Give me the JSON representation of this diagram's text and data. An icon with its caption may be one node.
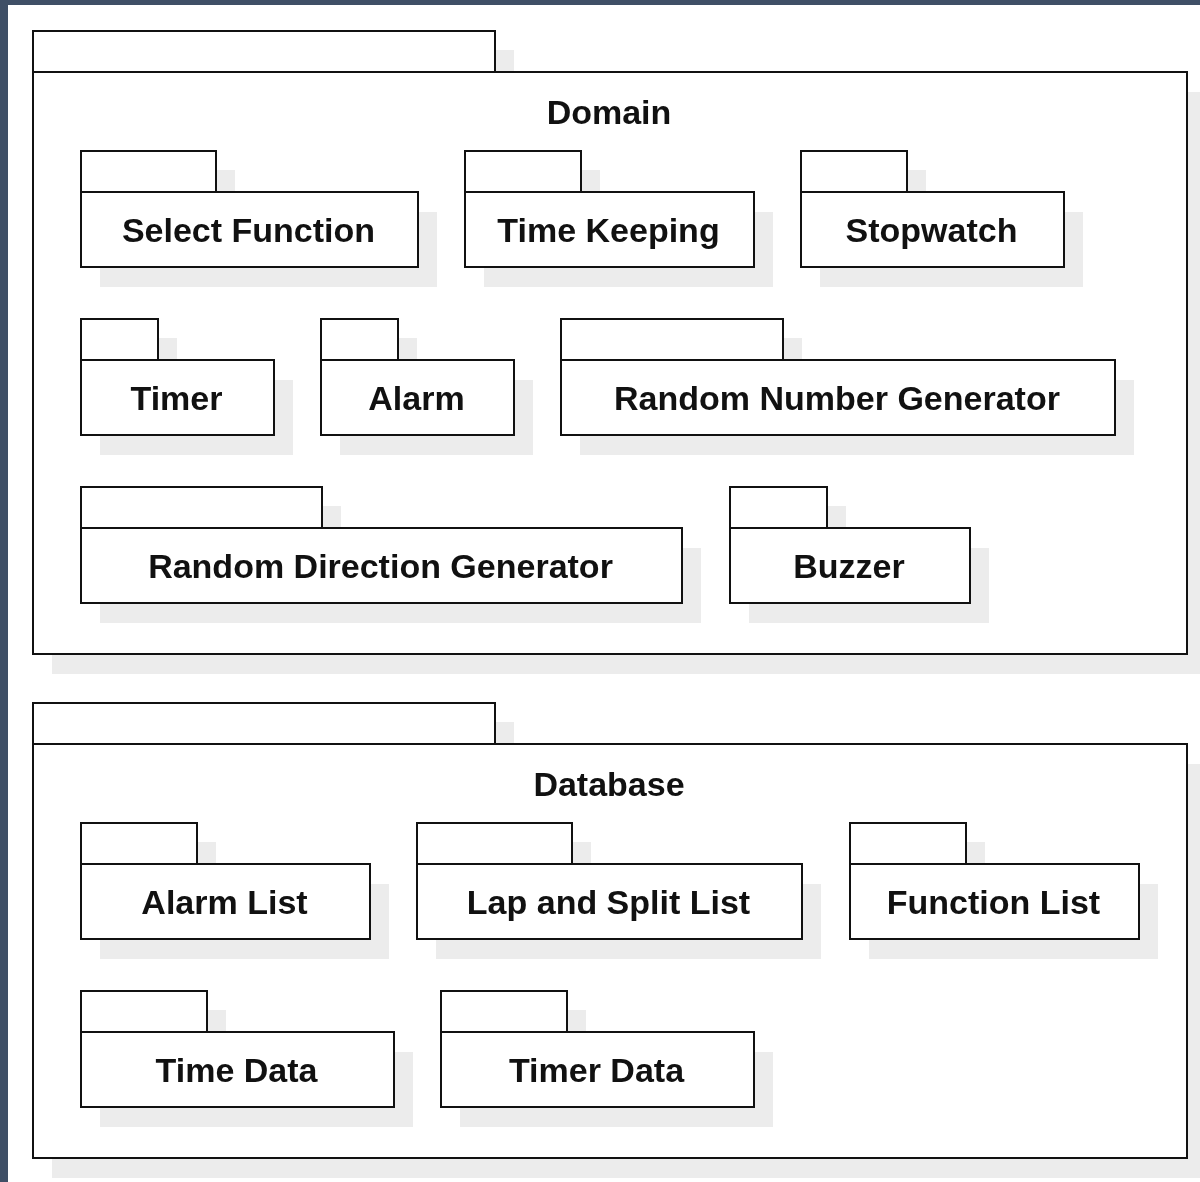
{
  "diagram": {
    "nodes": [
      {
        "text": [
          "Domain"
        ]
      },
      {
        "text": [
          "Select Function"
        ],
        "in": 0
      },
      {
        "text": [
          "Time Keeping"
        ],
        "in": 0
      },
      {
        "text": [
          "Stopwatch"
        ],
        "in": 0
      },
      {
        "text": [
          "Timer"
        ],
        "in": 0
      },
      {
        "text": [
          "Alarm"
        ],
        "in": 0
      },
      {
        "text": [
          "Random Number Generator"
        ],
        "in": 0
      },
      {
        "text": [
          "Random Direction Generator"
        ],
        "in": 0
      },
      {
        "text": [
          "Buzzer"
        ],
        "in": 0
      },
      {
        "text": [
          "Database"
        ]
      },
      {
        "text": [
          "Alarm List"
        ],
        "in": 9
      },
      {
        "text": [
          "Lap and Split List"
        ],
        "in": 9
      },
      {
        "text": [
          "Function List"
        ],
        "in": 9
      },
      {
        "text": [
          "Time Data"
        ],
        "in": 9
      },
      {
        "text": [
          "Timer Data"
        ],
        "in": 9
      }
    ]
  }
}
